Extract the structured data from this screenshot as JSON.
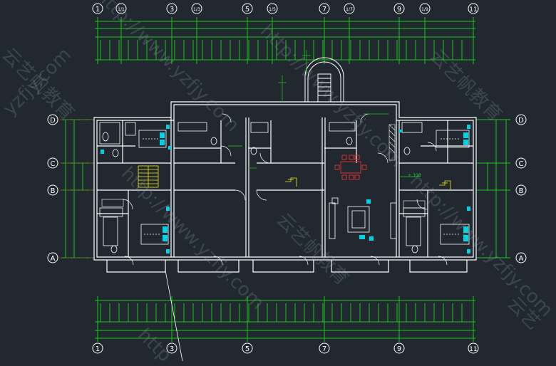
{
  "drawing": {
    "background": "#212830",
    "colors": {
      "wall": "#ffffff",
      "dimension": "#19c819",
      "axis_line": "#c81e1e",
      "fixture": "#00d2e6",
      "stair": "#f0e614",
      "furniture_red": "#d23232"
    },
    "grid_top": [
      "1",
      "1/1",
      "3",
      "1/3",
      "5",
      "1/5",
      "7",
      "1/7",
      "9",
      "1/9",
      "11"
    ],
    "grid_bottom": [
      "1",
      "3",
      "5",
      "7",
      "9",
      "11"
    ],
    "grid_left": [
      "D",
      "C",
      "B",
      "A"
    ],
    "grid_right": [
      "D",
      "C",
      "B",
      "A"
    ],
    "level_mark": "±.300"
  },
  "watermarks": [
    "yzfjy.com",
    "http://www.yzfjy.com",
    "云艺帆教育",
    "http://www.yzfjy.com",
    "云艺帆教育",
    "http://www.yzfjy.com",
    "云艺帆教育",
    "http://www.yzfjy.com",
    "云艺",
    "http"
  ]
}
